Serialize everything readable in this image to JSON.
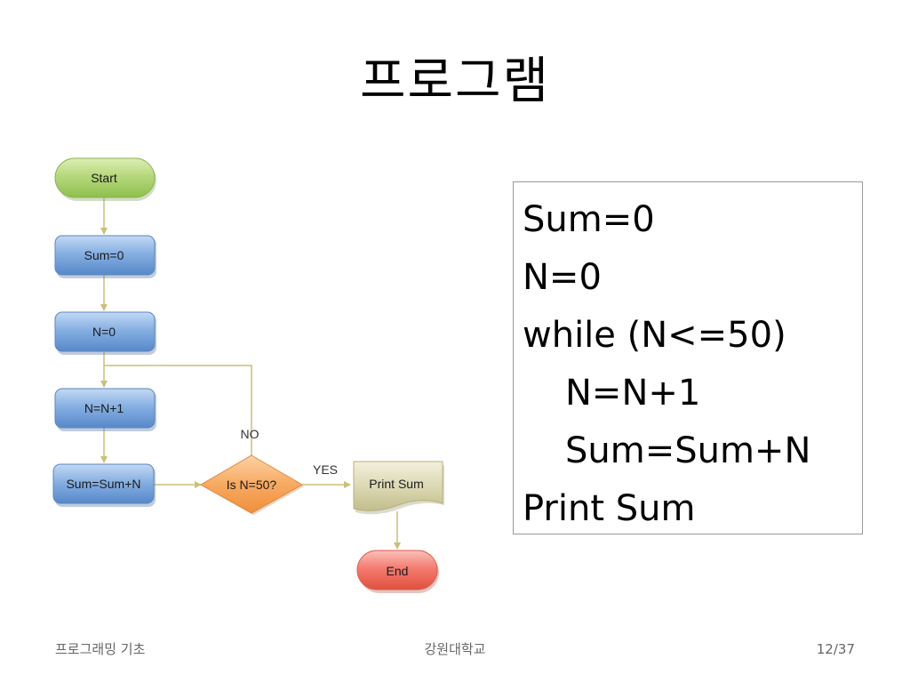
{
  "slide": {
    "title": "프로그램"
  },
  "flowchart": {
    "nodes": {
      "start": "Start",
      "sum_init": "Sum=0",
      "n_init": "N=0",
      "increment": "N=N+1",
      "accumulate": "Sum=Sum+N",
      "decision": "Is N=50?",
      "print": "Print Sum",
      "end": "End"
    },
    "edge_labels": {
      "no": "NO",
      "yes": "YES"
    },
    "colors": {
      "start_fill": "#a8cf6e",
      "process_fill": "#6f9fd8",
      "decision_fill": "#f6a45e",
      "print_fill": "#d8d5b0",
      "end_fill": "#f06a5e",
      "connector": "#c9c07a"
    }
  },
  "code": {
    "lines": [
      "Sum=0",
      "N=0",
      "while (N<=50)",
      "N=N+1",
      "Sum=Sum+N",
      "Print Sum"
    ]
  },
  "footer": {
    "left": "프로그래밍 기초",
    "center": "강원대학교",
    "right": "12/37"
  }
}
